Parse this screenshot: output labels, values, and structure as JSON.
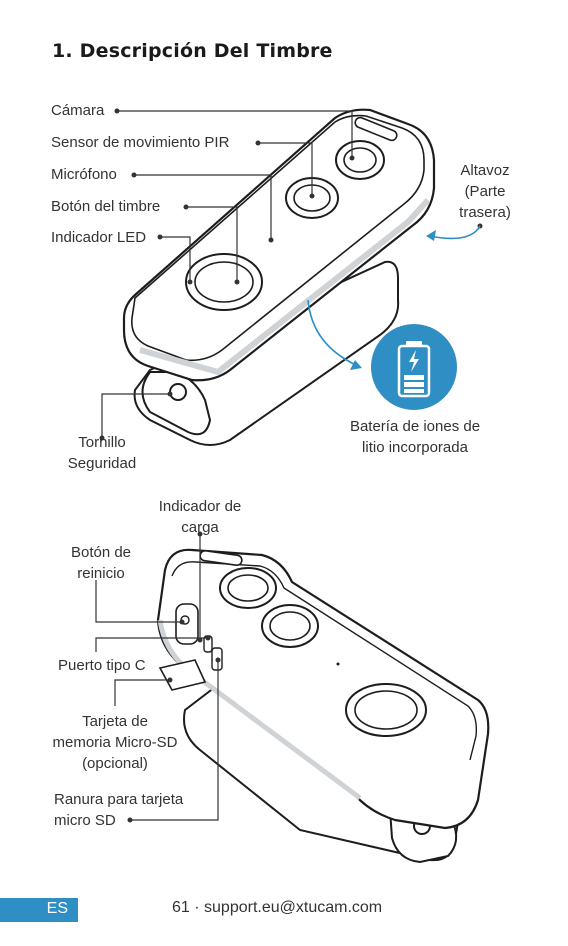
{
  "page_title": "1. Descripción Del Timbre",
  "top_labels": {
    "camera": "Cámara",
    "pir": "Sensor de movimiento PIR",
    "mic": "Micrófono",
    "doorbell_button": "Botón del timbre",
    "led": "Indicador LED",
    "speaker_1": "Altavoz",
    "speaker_2": "(Parte",
    "speaker_3": "trasera)",
    "screw_1": "Tornillo",
    "screw_2": "Seguridad",
    "battery_1": "Batería de iones de",
    "battery_2": "litio incorporada"
  },
  "bottom_labels": {
    "charge_1": "Indicador de",
    "charge_2": "carga",
    "reset_1": "Botón de",
    "reset_2": "reinicio",
    "usb": "Puerto tipo C",
    "sd_1": "Tarjeta de",
    "sd_2": "memoria Micro-SD",
    "sd_3": "(opcional)",
    "slot_1": "Ranura para tarjeta",
    "slot_2": "micro SD"
  },
  "footer": {
    "lang": "ES",
    "text": "61 · support.eu@xtucam.com"
  },
  "colors": {
    "accent": "#2f8fc4",
    "device_outline": "#1d1d1d",
    "device_fill": "#ffffff",
    "shadow": "#e4e6e8"
  },
  "icons": {
    "battery": "battery-charging-icon"
  }
}
